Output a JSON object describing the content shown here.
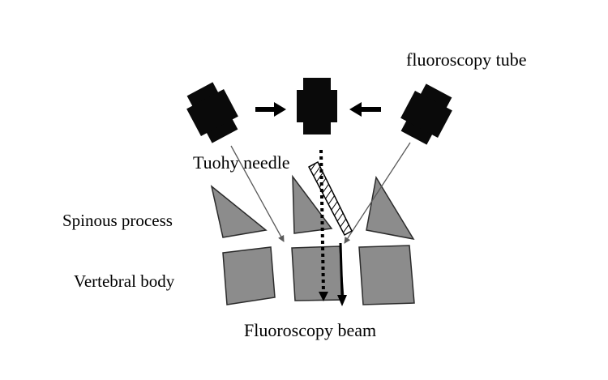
{
  "labels": {
    "fluoroscopy_tube": "fluoroscopy tube",
    "tuohy_needle": "Tuohy needle",
    "spinous_process": "Spinous process",
    "vertebral_body": "Vertebral body",
    "fluoroscopy_beam": "Fluoroscopy beam"
  },
  "colors": {
    "tube": "#0a0a0a",
    "bone_fill": "#8c8c8c",
    "bone_stroke": "#2b2b2b",
    "arrow": "#000000",
    "beam_line": "#5a5a5a"
  }
}
